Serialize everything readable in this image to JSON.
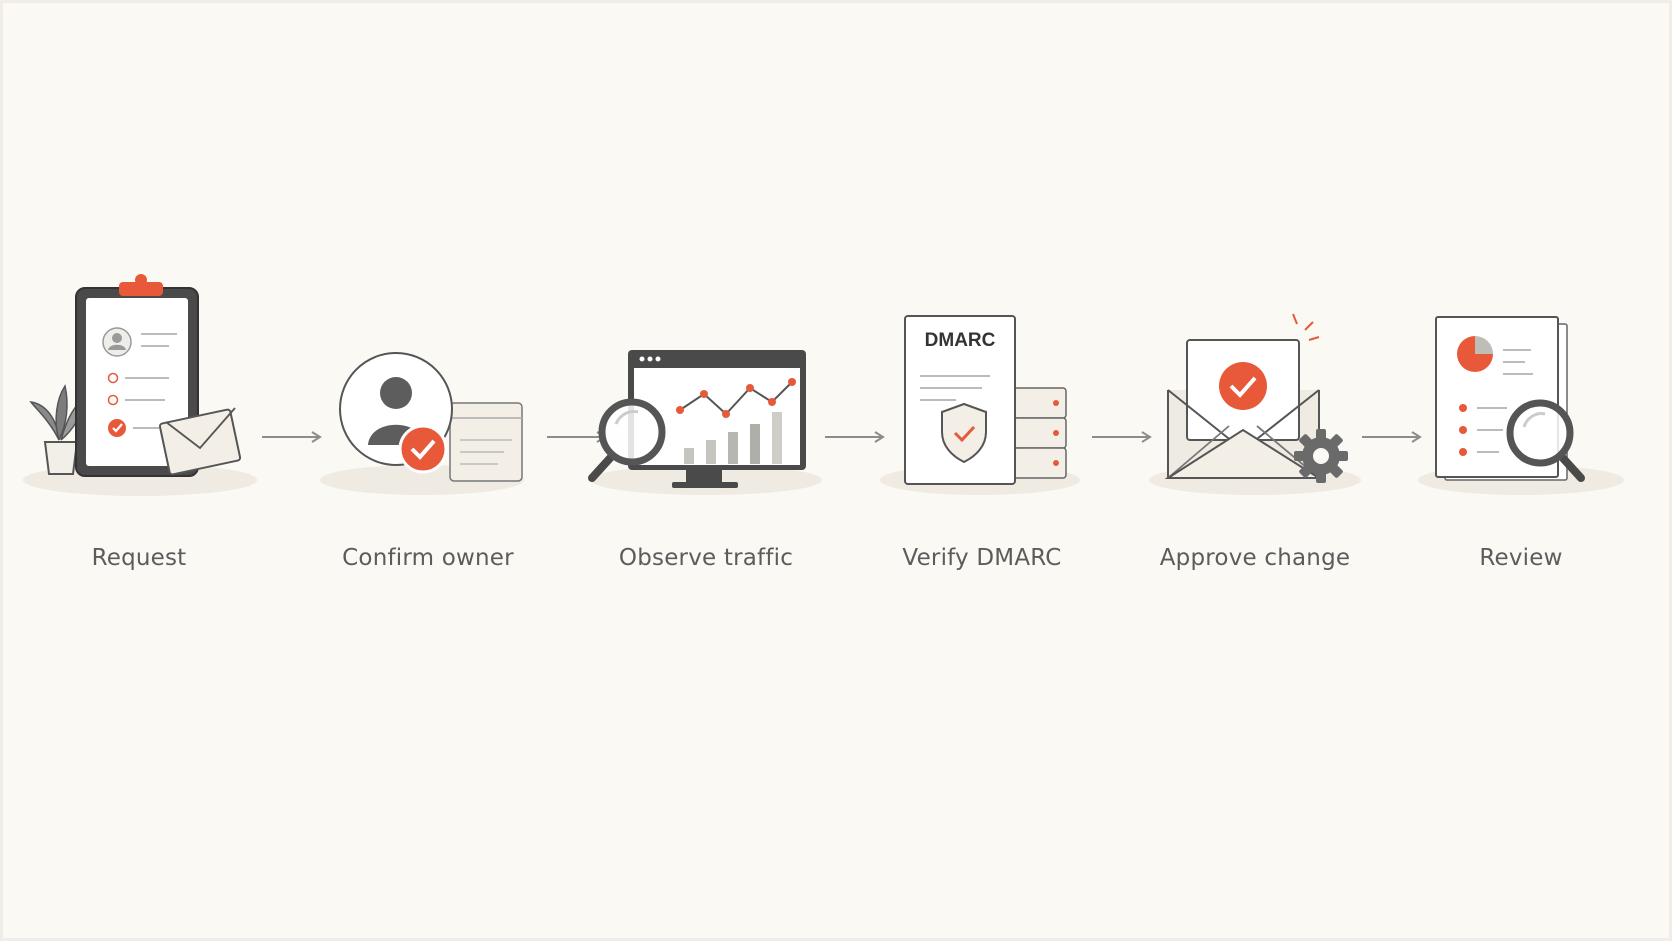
{
  "colors": {
    "background": "#fbf9f4",
    "accent": "#e8593a",
    "stroke": "#555555",
    "label": "#5c5c5c"
  },
  "steps": [
    {
      "label": "Request",
      "icon": "clipboard-envelope-icon"
    },
    {
      "label": "Confirm owner",
      "icon": "user-verified-icon"
    },
    {
      "label": "Observe traffic",
      "icon": "monitor-analytics-icon"
    },
    {
      "label": "Verify DMARC",
      "icon": "dmarc-document-server-icon",
      "document_title": "DMARC"
    },
    {
      "label": "Approve change",
      "icon": "envelope-approval-gear-icon"
    },
    {
      "label": "Review",
      "icon": "report-magnifier-icon"
    }
  ]
}
